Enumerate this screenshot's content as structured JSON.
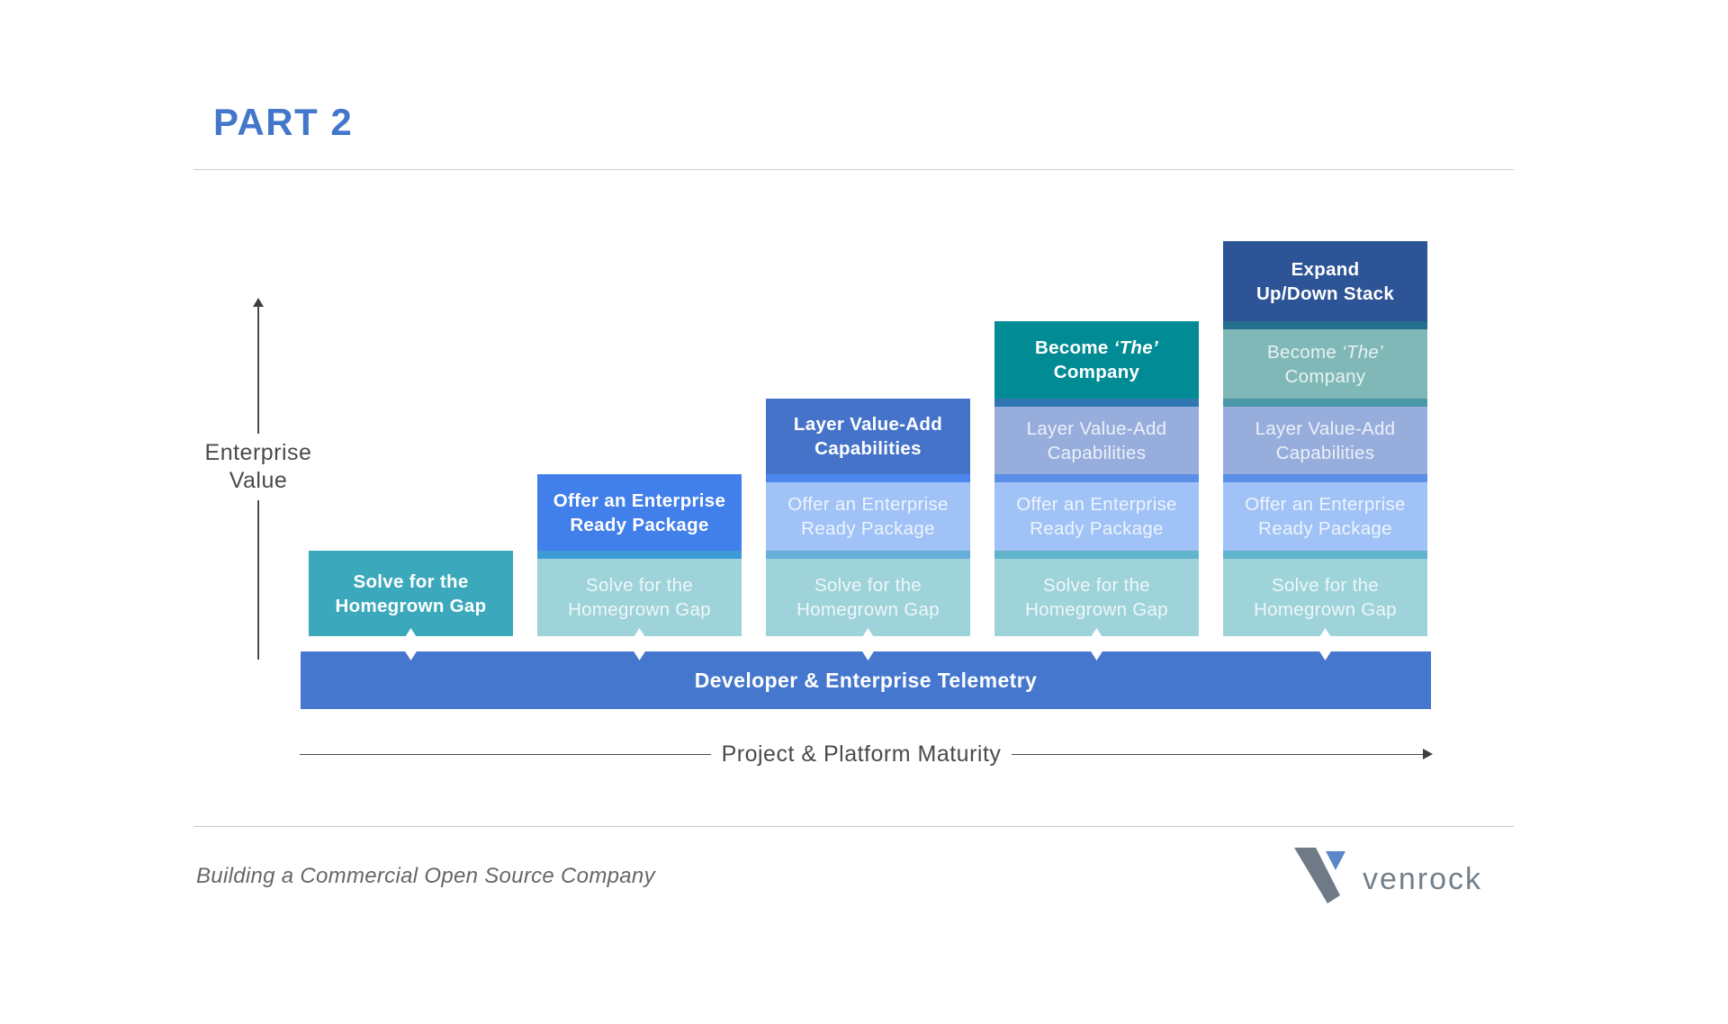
{
  "slide": {
    "part_label": "PART 2",
    "footer_caption": "Building a Commercial Open Source Company",
    "brand_name": "venrock"
  },
  "diagram": {
    "y_axis_label_line1": "Enterprise",
    "y_axis_label_line2": "Value",
    "x_axis_label": "Project & Platform Maturity",
    "telemetry_label": "Developer & Enterprise Telemetry"
  },
  "colors": {
    "title_blue": "#4377CB",
    "telemetry_blue": "#4677CE",
    "axis_gray": "#4A4A4A",
    "solve_saturated": "#3CA8BC",
    "offer_saturated": "#417FEA",
    "layer_saturated": "#4573C9",
    "become_saturated": "#018B94",
    "expand_saturated": "#2D5496",
    "solve_faded": "#9ED3DA",
    "offer_faded": "#A0C2F6",
    "layer_faded": "#97AEDC",
    "become_faded": "#7FB8B7"
  },
  "bars": [
    {
      "name": "stage-1",
      "segments": [
        {
          "id": "solve",
          "faded": false,
          "bg": "#3CA8BC",
          "strip": null,
          "h": 95,
          "lines": [
            [
              {
                "t": "Solve for the"
              }
            ],
            [
              {
                "t": "Homegrown Gap"
              }
            ]
          ]
        }
      ]
    },
    {
      "name": "stage-2",
      "segments": [
        {
          "id": "offer",
          "faded": false,
          "bg": "#417FEA",
          "strip": null,
          "h": 85,
          "lines": [
            [
              {
                "t": "Offer an Enterprise"
              }
            ],
            [
              {
                "t": "Ready Package"
              }
            ]
          ]
        },
        {
          "id": "solve",
          "faded": true,
          "bg": "#9ED3DA",
          "strip": "#3F9BD8",
          "h": 95,
          "lines": [
            [
              {
                "t": "Solve for the"
              }
            ],
            [
              {
                "t": "Homegrown Gap"
              }
            ]
          ]
        }
      ]
    },
    {
      "name": "stage-3",
      "segments": [
        {
          "id": "layer",
          "faded": false,
          "bg": "#4573C9",
          "strip": null,
          "h": 84,
          "lines": [
            [
              {
                "t": "Layer Value-Add"
              }
            ],
            [
              {
                "t": "Capabilities"
              }
            ]
          ]
        },
        {
          "id": "offer",
          "faded": true,
          "bg": "#A0C2F6",
          "strip": "#4C86EE",
          "h": 85,
          "lines": [
            [
              {
                "t": "Offer an Enterprise"
              }
            ],
            [
              {
                "t": "Ready Package"
              }
            ]
          ]
        },
        {
          "id": "solve",
          "faded": true,
          "bg": "#9ED3DA",
          "strip": "#64AEDA",
          "h": 95,
          "lines": [
            [
              {
                "t": "Solve for the"
              }
            ],
            [
              {
                "t": "Homegrown Gap"
              }
            ]
          ]
        }
      ]
    },
    {
      "name": "stage-4",
      "segments": [
        {
          "id": "become",
          "faded": false,
          "bg": "#018B94",
          "strip": null,
          "h": 86,
          "lines": [
            [
              {
                "t": "Become "
              },
              {
                "t": "‘The’",
                "i": true
              }
            ],
            [
              {
                "t": "Company"
              }
            ]
          ]
        },
        {
          "id": "layer",
          "faded": true,
          "bg": "#97AEDC",
          "strip": "#2F76B2",
          "h": 84,
          "lines": [
            [
              {
                "t": "Layer Value-Add"
              }
            ],
            [
              {
                "t": "Capabilities"
              }
            ]
          ]
        },
        {
          "id": "offer",
          "faded": true,
          "bg": "#A0C2F6",
          "strip": "#5C90E8",
          "h": 85,
          "lines": [
            [
              {
                "t": "Offer an Enterprise"
              }
            ],
            [
              {
                "t": "Ready Package"
              }
            ]
          ]
        },
        {
          "id": "solve",
          "faded": true,
          "bg": "#9ED3DA",
          "strip": "#60B4CC",
          "h": 95,
          "lines": [
            [
              {
                "t": "Solve for the"
              }
            ],
            [
              {
                "t": "Homegrown Gap"
              }
            ]
          ]
        }
      ]
    },
    {
      "name": "stage-5",
      "segments": [
        {
          "id": "expand",
          "faded": false,
          "bg": "#2D5496",
          "strip": null,
          "h": 89,
          "lines": [
            [
              {
                "t": "Expand"
              }
            ],
            [
              {
                "t": "Up/Down Stack"
              }
            ]
          ]
        },
        {
          "id": "become",
          "faded": true,
          "bg": "#7FB8B7",
          "strip": "#26708F",
          "h": 86,
          "lines": [
            [
              {
                "t": "Become "
              },
              {
                "t": "‘The’",
                "i": true
              }
            ],
            [
              {
                "t": "Company"
              }
            ]
          ]
        },
        {
          "id": "layer",
          "faded": true,
          "bg": "#97AEDC",
          "strip": "#4A97A8",
          "h": 84,
          "lines": [
            [
              {
                "t": "Layer Value-Add"
              }
            ],
            [
              {
                "t": "Capabilities"
              }
            ]
          ]
        },
        {
          "id": "offer",
          "faded": true,
          "bg": "#A0C2F6",
          "strip": "#5C90E8",
          "h": 85,
          "lines": [
            [
              {
                "t": "Offer an Enterprise"
              }
            ],
            [
              {
                "t": "Ready Package"
              }
            ]
          ]
        },
        {
          "id": "solve",
          "faded": true,
          "bg": "#9ED3DA",
          "strip": "#60B4CC",
          "h": 95,
          "lines": [
            [
              {
                "t": "Solve for the"
              }
            ],
            [
              {
                "t": "Homegrown Gap"
              }
            ]
          ]
        }
      ]
    }
  ]
}
